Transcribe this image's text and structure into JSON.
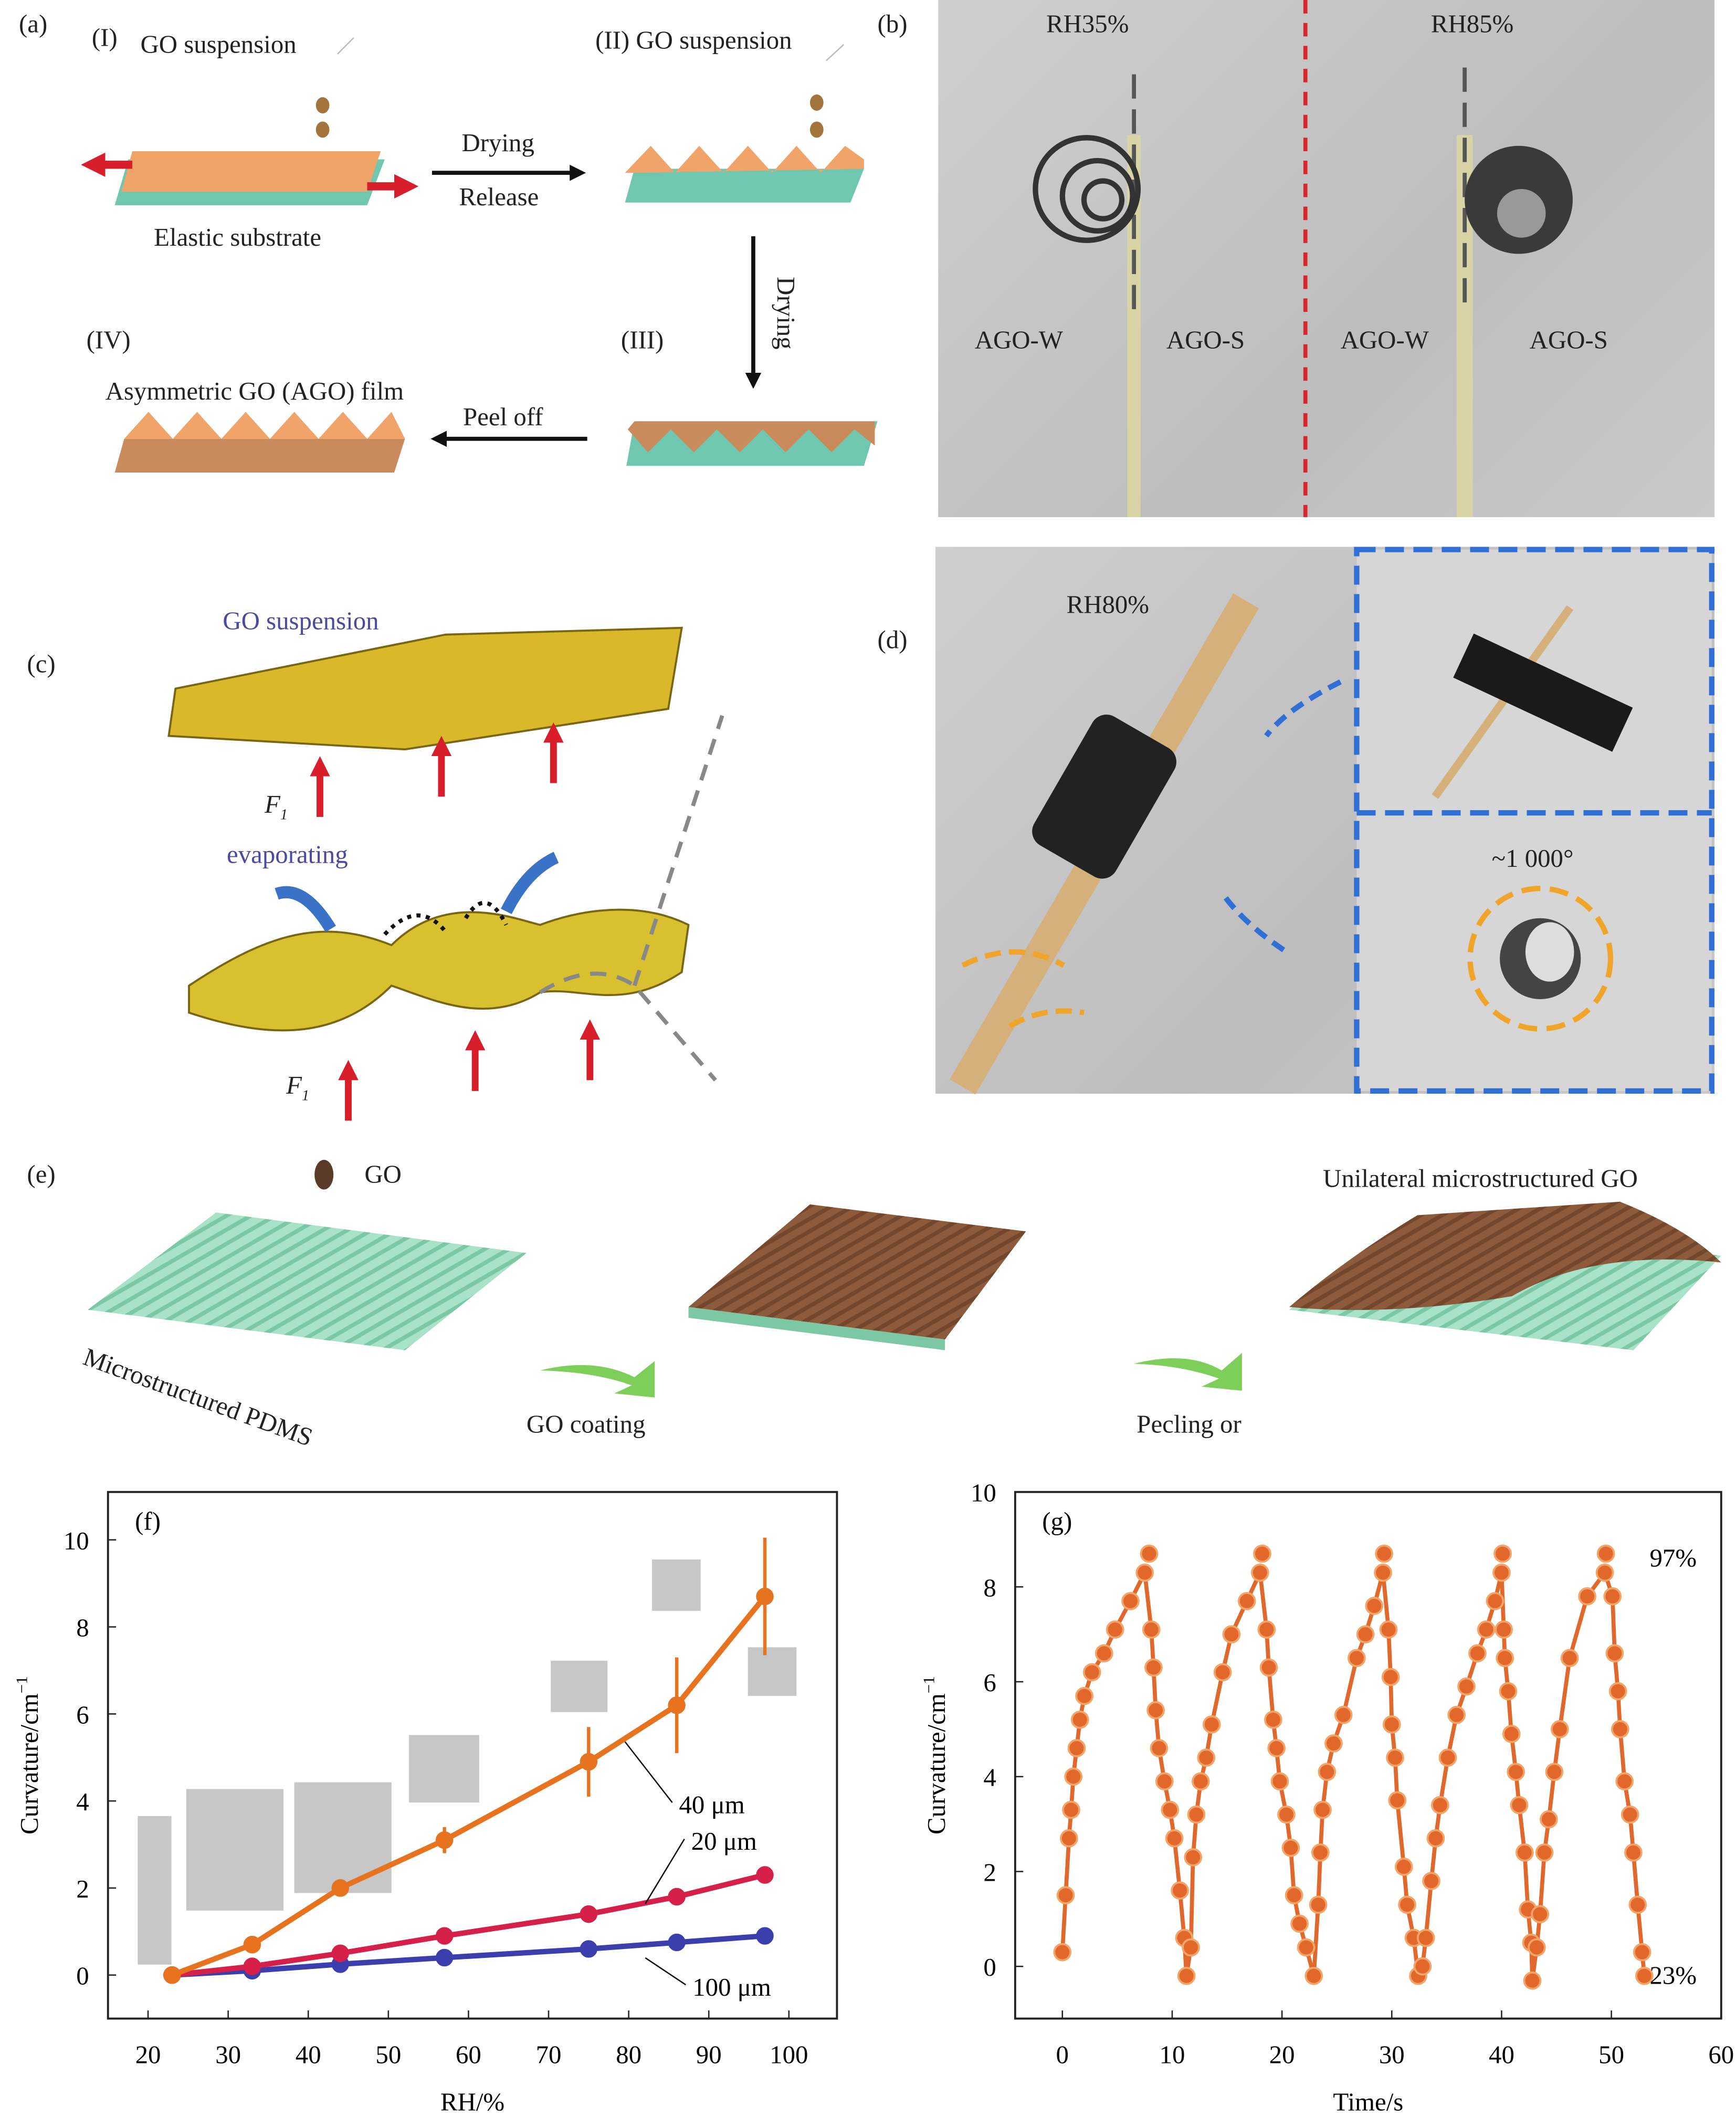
{
  "panel_a": {
    "label": "(a)",
    "step1": "(I)",
    "step1_text": "GO suspension",
    "substrate": "Elastic substrate",
    "arrow1_top": "Drying",
    "arrow1_bottom": "Release",
    "step2": "(II) GO suspension",
    "arrow2": "Drying",
    "step3": "(III)",
    "arrow3": "Peel off",
    "step4": "(IV)",
    "step4_text": "Asymmetric GO (AGO) film"
  },
  "panel_b": {
    "label": "(b)",
    "rh_left": "RH35%",
    "rh_right": "RH85%",
    "left_w": "AGO-W",
    "left_s": "AGO-S",
    "right_w": "AGO-W",
    "right_s": "AGO-S"
  },
  "panel_c": {
    "label": "(c)",
    "suspension": "GO suspension",
    "force_top": "F",
    "force_top_sub": "1",
    "evaporating": "evaporating",
    "force_bottom": "F",
    "force_bottom_sub": "1"
  },
  "panel_d": {
    "label": "(d)",
    "rh": "RH80%",
    "angle": "~1 000°"
  },
  "panel_e": {
    "label": "(e)",
    "go": "GO",
    "pdms": "Microstructured PDMS",
    "coating": "GO coating",
    "peeling": "Pecling or",
    "result": "Unilateral microstructured GO"
  },
  "colors": {
    "orange": "#e8731f",
    "red": "#d6204a",
    "blue": "#3b3fae",
    "green": "#7dcf5a",
    "go_brown": "#8a5a3a",
    "red_arrow": "#d81e2a",
    "blue_arrow": "#2f6fd6"
  },
  "chart_data": [
    {
      "type": "line",
      "panel_label": "(f)",
      "xlabel": "RH/%",
      "ylabel": "Curvature/cm",
      "ylabel_sup": "−1",
      "xlim": [
        15,
        106
      ],
      "ylim": [
        -1,
        11.1
      ],
      "xticks": [
        20,
        30,
        40,
        50,
        60,
        70,
        80,
        90,
        100
      ],
      "yticks": [
        0,
        2,
        4,
        6,
        8,
        10
      ],
      "x": [
        23,
        33,
        44,
        57,
        75,
        86,
        97
      ],
      "series": [
        {
          "name": "40 μm",
          "color": "#e8731f",
          "values": [
            0,
            0.7,
            2.0,
            3.1,
            4.9,
            6.2,
            8.7
          ],
          "errors": [
            0,
            0.2,
            0.2,
            0.3,
            0.8,
            1.1,
            1.35
          ]
        },
        {
          "name": "20 μm",
          "color": "#d6204a",
          "values": [
            0,
            0.2,
            0.5,
            0.9,
            1.4,
            1.8,
            2.3
          ],
          "errors": [
            0,
            0.1,
            0.1,
            0.15,
            0.15,
            0.15,
            0.15
          ]
        },
        {
          "name": "100 μm",
          "color": "#3b3fae",
          "values": [
            0,
            0.1,
            0.25,
            0.4,
            0.6,
            0.75,
            0.9
          ],
          "errors": [
            0,
            0.1,
            0.1,
            0.1,
            0.15,
            0.15,
            0.15
          ]
        }
      ],
      "grid": false
    },
    {
      "type": "line",
      "panel_label": "(g)",
      "xlabel": "Time/s",
      "ylabel": "Curvature/cm",
      "ylabel_sup": "−1",
      "xlim": [
        -4.3,
        60
      ],
      "ylim": [
        -1.1,
        10
      ],
      "xticks": [
        0,
        10,
        20,
        30,
        40,
        50,
        60
      ],
      "yticks": [
        0,
        2,
        4,
        6,
        8,
        10
      ],
      "annotations": [
        "97%",
        "23%"
      ],
      "color": "#e2672a",
      "points": [
        [
          0,
          0.3
        ],
        [
          0.3,
          1.5
        ],
        [
          0.6,
          2.7
        ],
        [
          0.8,
          3.3
        ],
        [
          1.0,
          4.0
        ],
        [
          1.3,
          4.6
        ],
        [
          1.6,
          5.2
        ],
        [
          2.0,
          5.7
        ],
        [
          2.7,
          6.2
        ],
        [
          3.8,
          6.6
        ],
        [
          4.8,
          7.1
        ],
        [
          6.2,
          7.7
        ],
        [
          7.5,
          8.3
        ],
        [
          8.1,
          7.1
        ],
        [
          8.3,
          6.3
        ],
        [
          8.5,
          5.4
        ],
        [
          8.8,
          4.6
        ],
        [
          9.3,
          3.9
        ],
        [
          9.8,
          3.3
        ],
        [
          10.2,
          2.7
        ],
        [
          10.7,
          1.6
        ],
        [
          11.1,
          0.6
        ],
        [
          11.3,
          -0.2
        ],
        [
          11.7,
          0.4
        ],
        [
          11.9,
          2.3
        ],
        [
          12.2,
          3.2
        ],
        [
          12.6,
          3.9
        ],
        [
          13.1,
          4.4
        ],
        [
          13.6,
          5.1
        ],
        [
          14.6,
          6.2
        ],
        [
          15.4,
          7.0
        ],
        [
          16.8,
          7.7
        ],
        [
          18.0,
          8.3
        ],
        [
          18.6,
          7.1
        ],
        [
          18.8,
          6.3
        ],
        [
          19.2,
          5.2
        ],
        [
          19.5,
          4.6
        ],
        [
          19.8,
          3.9
        ],
        [
          20.4,
          3.2
        ],
        [
          20.8,
          2.5
        ],
        [
          21.1,
          1.5
        ],
        [
          21.6,
          0.9
        ],
        [
          22.2,
          0.4
        ],
        [
          22.9,
          -0.2
        ],
        [
          23.3,
          1.3
        ],
        [
          23.5,
          2.4
        ],
        [
          23.7,
          3.3
        ],
        [
          24.1,
          4.1
        ],
        [
          24.7,
          4.7
        ],
        [
          25.6,
          5.3
        ],
        [
          26.8,
          6.5
        ],
        [
          27.6,
          7.0
        ],
        [
          28.4,
          7.6
        ],
        [
          29.2,
          8.3
        ],
        [
          29.7,
          7.1
        ],
        [
          29.9,
          6.1
        ],
        [
          30.0,
          5.1
        ],
        [
          30.3,
          4.4
        ],
        [
          30.5,
          3.5
        ],
        [
          31.1,
          2.1
        ],
        [
          31.4,
          1.3
        ],
        [
          32.0,
          0.6
        ],
        [
          32.4,
          -0.2
        ],
        [
          32.8,
          0.0
        ],
        [
          33.1,
          0.6
        ],
        [
          33.6,
          1.8
        ],
        [
          34.0,
          2.7
        ],
        [
          34.4,
          3.4
        ],
        [
          35.1,
          4.4
        ],
        [
          35.9,
          5.3
        ],
        [
          36.8,
          5.9
        ],
        [
          37.8,
          6.6
        ],
        [
          38.6,
          7.1
        ],
        [
          39.4,
          7.7
        ],
        [
          40.0,
          8.3
        ],
        [
          40.2,
          7.1
        ],
        [
          40.3,
          6.5
        ],
        [
          40.6,
          5.8
        ],
        [
          40.9,
          4.9
        ],
        [
          41.3,
          4.1
        ],
        [
          41.6,
          3.4
        ],
        [
          42.1,
          2.4
        ],
        [
          42.4,
          1.2
        ],
        [
          42.7,
          0.5
        ],
        [
          42.8,
          -0.3
        ],
        [
          43.2,
          0.4
        ],
        [
          43.5,
          1.1
        ],
        [
          43.9,
          2.4
        ],
        [
          44.3,
          3.1
        ],
        [
          44.8,
          4.1
        ],
        [
          45.3,
          5.0
        ],
        [
          46.2,
          6.5
        ],
        [
          47.8,
          7.8
        ],
        [
          49.4,
          8.3
        ],
        [
          50.1,
          7.8
        ],
        [
          50.3,
          6.6
        ],
        [
          50.6,
          5.8
        ],
        [
          50.8,
          5.0
        ],
        [
          51.2,
          3.9
        ],
        [
          51.7,
          3.2
        ],
        [
          52.0,
          2.4
        ],
        [
          52.4,
          1.3
        ],
        [
          52.8,
          0.3
        ],
        [
          53.0,
          -0.2
        ]
      ],
      "peak_markers": [
        [
          7.9,
          8.7
        ],
        [
          18.2,
          8.7
        ],
        [
          29.3,
          8.7
        ],
        [
          40.1,
          8.7
        ],
        [
          49.5,
          8.7
        ]
      ],
      "grid": false
    }
  ]
}
